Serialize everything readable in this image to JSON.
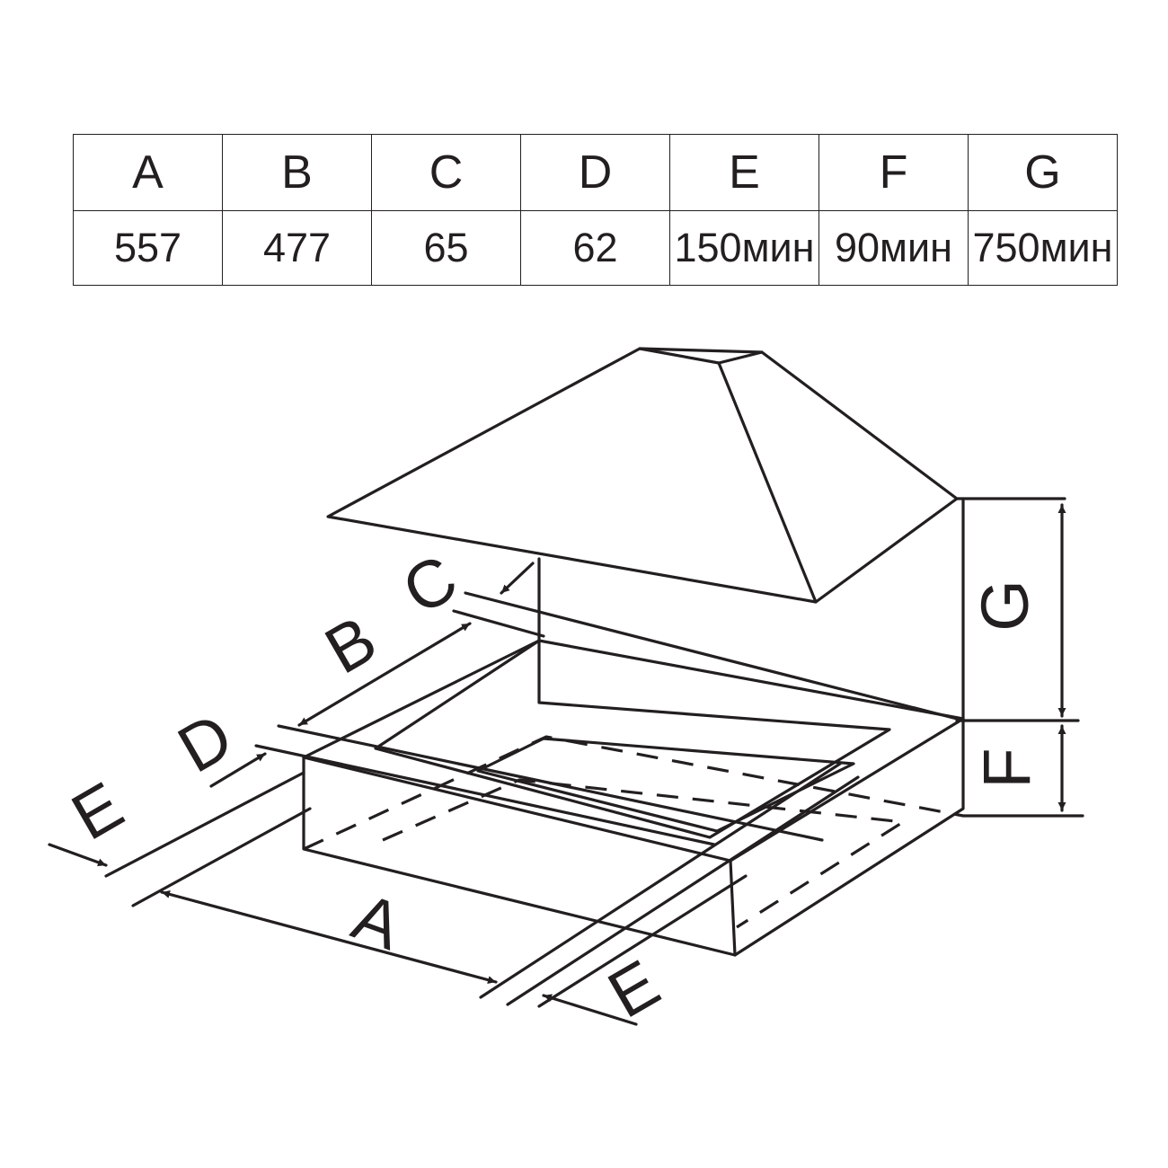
{
  "table": {
    "headers": [
      "A",
      "B",
      "C",
      "D",
      "E",
      "F",
      "G"
    ],
    "values": [
      "557",
      "477",
      "65",
      "62",
      "150мин",
      "90мин",
      "750мин"
    ]
  },
  "diagram": {
    "labels": {
      "A": "A",
      "B": "B",
      "C": "C",
      "D": "D",
      "E_left": "E",
      "E_right": "E",
      "F": "F",
      "G": "G"
    }
  }
}
